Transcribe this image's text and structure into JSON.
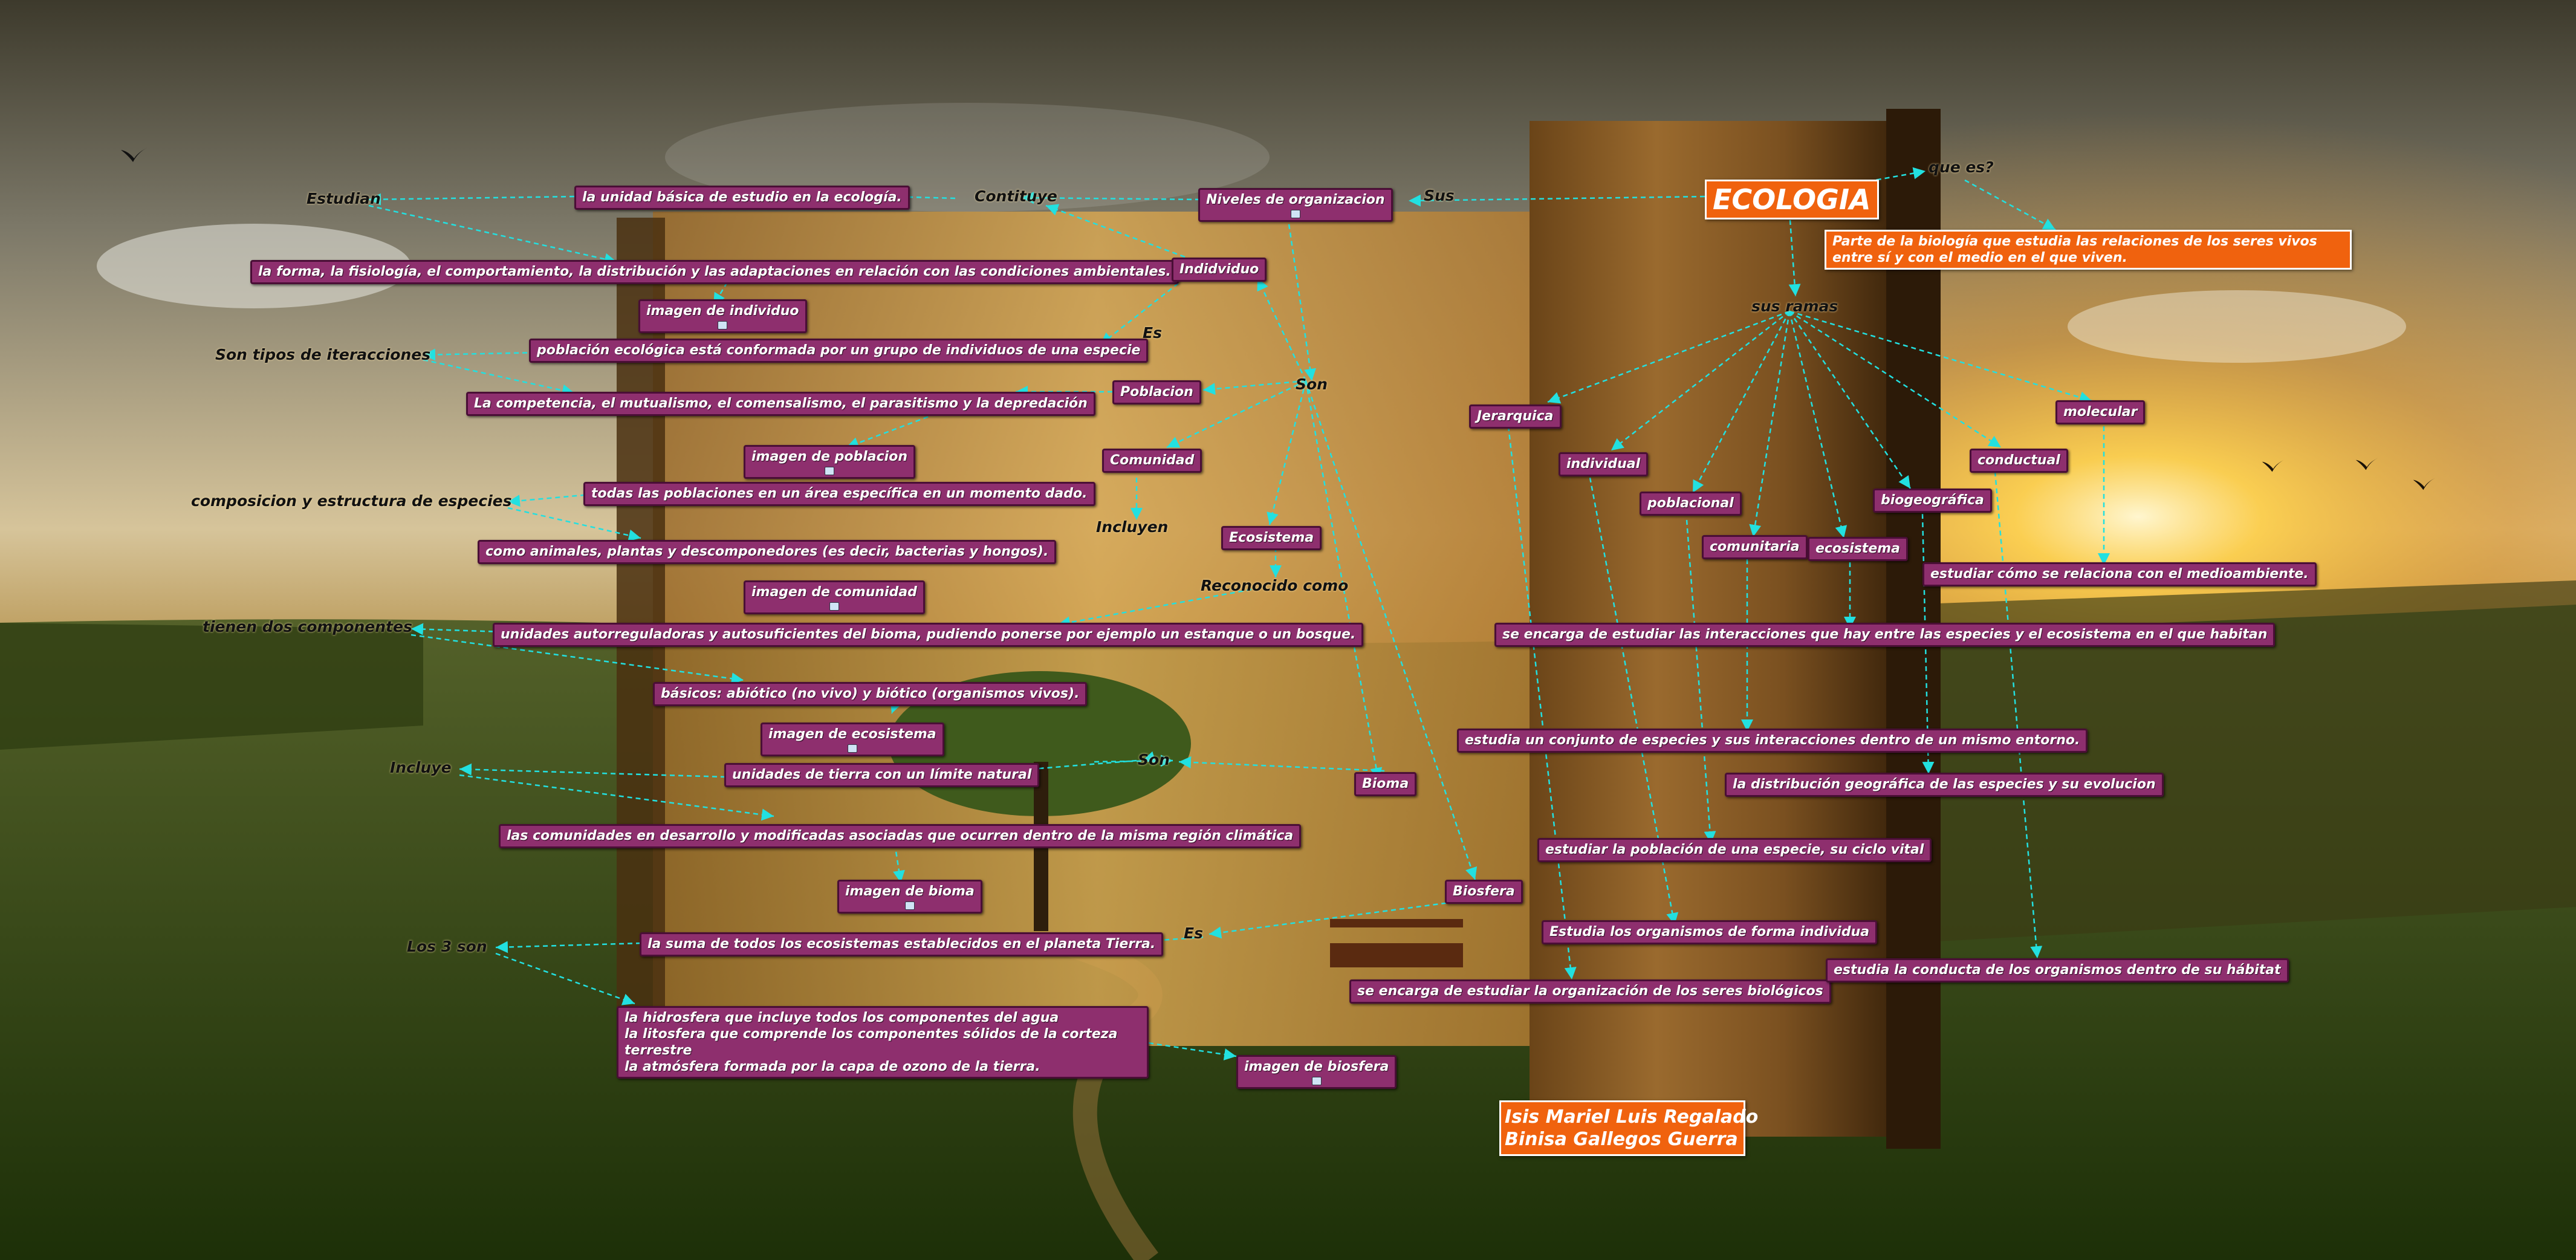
{
  "title": "ECOLOGIA",
  "authors": [
    "Isis Mariel Luis Regalado",
    "Binisa Gallegos Guerra"
  ],
  "colors": {
    "node_fill": "#8e2f6e",
    "accent": "#f0620e",
    "connector": "#22e0e0"
  },
  "icons": {
    "image_attachment": "image-thumbnail-icon"
  },
  "link_labels": {
    "que_es": "que es?",
    "sus": "Sus",
    "sus_ramas": "sus ramas",
    "contituye": "Contituye",
    "estudian": "Estudian",
    "es_1": "Es",
    "son_1": "Son",
    "son_tipos": "Son tipos de iteracciones",
    "incluyen": "Incluyen",
    "composicion": "composicion y estructura de especies",
    "reconocido": "Reconocido como",
    "tienen_dos": "tienen dos componentes",
    "son_2": "Son",
    "incluye": "Incluye",
    "es_2": "Es",
    "los_3": "Los 3 son"
  },
  "nodes": {
    "definicion": "Parte de la biología que estudia las relaciones de los seres vivos entre sí y con el medio en el que viven.",
    "niveles": "Niveles de organizacion",
    "unidad_basica": "la unidad básica de estudio en la ecología.",
    "forma": "la forma, la fisiología, el comportamiento, la distribución y las adaptaciones en relación con las condiciones ambientales.",
    "img_individuo": "imagen de individuo",
    "individuo": "Indidviduo",
    "poblacion_def": "población ecológica está conformada por un grupo de individuos de una especie",
    "competencia": "La competencia, el mutualismo, el comensalismo, el parasitismo y la depredación",
    "poblacion": "Poblacion",
    "img_poblacion": "imagen de poblacion",
    "comunidad": "Comunidad",
    "todas_poblaciones": "todas las poblaciones en un área específica en un momento dado.",
    "animales": "como animales, plantas y descomponedores (es decir, bacterias y hongos).",
    "ecosistema_nivel": "Ecosistema",
    "img_comunidad": "imagen de comunidad",
    "unidades_auto": "unidades autorreguladoras y autosuficientes del bioma, pudiendo ponerse por ejemplo un estanque o un bosque.",
    "basicos": "básicos: abiótico (no vivo) y biótico (organismos vivos).",
    "img_ecosistema": "imagen de ecosistema",
    "unidades_tierra": "unidades de tierra con un límite natural",
    "bioma": "Bioma",
    "comunidades_desarrollo": "las comunidades en desarrollo y modificadas asociadas que ocurren dentro de la misma región climática",
    "img_bioma": "imagen de bioma",
    "biosfera": "Biosfera",
    "suma": "la suma de todos los ecosistemas establecidos en el planeta Tierra.",
    "componentes": [
      "la hidrosfera que incluye todos los componentes del agua",
      "la litosfera que comprende los componentes sólidos de la corteza terrestre",
      "la atmósfera formada por la capa de ozono de la tierra."
    ],
    "img_biosfera": "imagen de biosfera",
    "jerarquica": "Jerarquica",
    "individual": "individual",
    "poblacional": "poblacional",
    "comunitaria": "comunitaria",
    "ecosistema_rama": "ecosistema",
    "biogeografica": "biogeográfica",
    "conductual": "conductual",
    "molecular": "molecular",
    "estudiar_medio": "estudiar cómo se relaciona con el medioambiente.",
    "interacciones": "se encarga de estudiar las interacciones que hay entre las especies y el ecosistema en el que habitan",
    "conjunto": "estudia un conjunto de especies y sus interacciones dentro de un mismo entorno.",
    "distribucion": "la distribución geográfica de las especies y su evolucion",
    "poblacion_especie": "estudiar la población de una especie, su ciclo vital",
    "organismos": "Estudia los organismos de forma individua",
    "organizacion": "se encarga de estudiar la organización de los seres biológicos",
    "conducta": "estudia la conducta de los organismos dentro de su hábitat"
  }
}
